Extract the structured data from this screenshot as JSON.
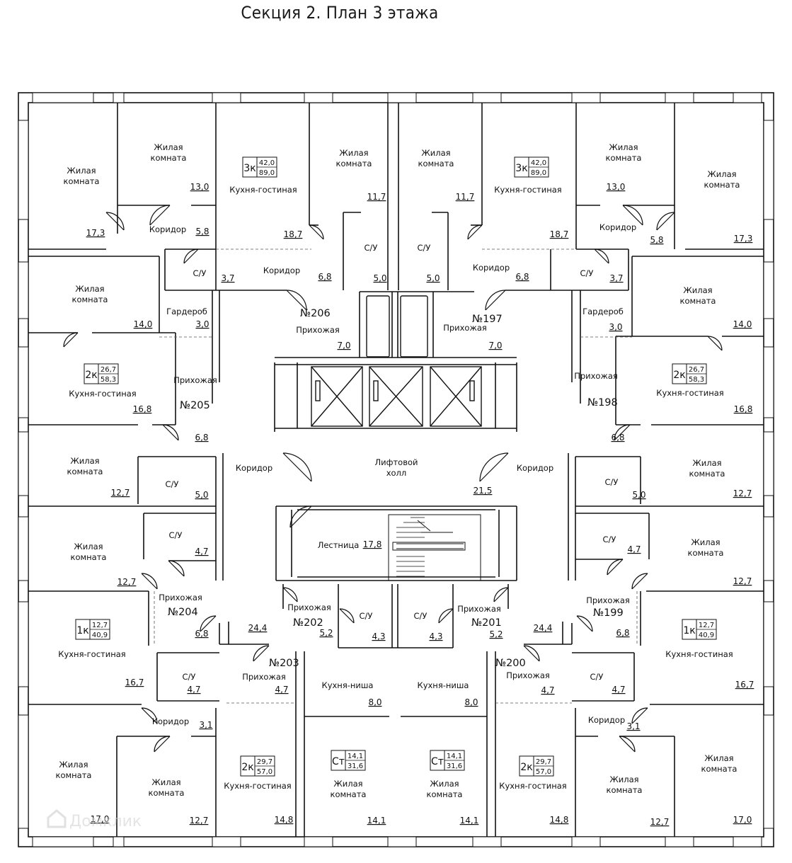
{
  "title": "Секция 2. План 3 этажа",
  "watermark": "Домклик",
  "labels": {
    "living": "Жилая комната",
    "kitchen": "Кухня-гостиная",
    "corridor": "Коридор",
    "bath": "С/У",
    "hall": "Прихожая",
    "wardrobe": "Гардероб",
    "niche": "Кухня-ниша",
    "lift_hall": "Лифтовой холл",
    "stairs": "Лестница"
  },
  "apartments": [
    {
      "no": "№206",
      "type": "3к",
      "living": "42,0",
      "total": "89,0"
    },
    {
      "no": "№197",
      "type": "3к",
      "living": "42,0",
      "total": "89,0"
    },
    {
      "no": "№205",
      "type": "2к",
      "living": "26,7",
      "total": "58,3"
    },
    {
      "no": "№198",
      "type": "2к",
      "living": "26,7",
      "total": "58,3"
    },
    {
      "no": "№204",
      "type": "1к",
      "living": "12,7",
      "total": "40,9"
    },
    {
      "no": "№199",
      "type": "1к",
      "living": "12,7",
      "total": "40,9"
    },
    {
      "no": "№203",
      "type": "2к",
      "living": "29,7",
      "total": "57,0"
    },
    {
      "no": "№200",
      "type": "2к",
      "living": "29,7",
      "total": "57,0"
    },
    {
      "no": "№202",
      "type": "Ст",
      "living": "14,1",
      "total": "31,6"
    },
    {
      "no": "№201",
      "type": "Ст",
      "living": "14,1",
      "total": "31,6"
    }
  ],
  "areas": {
    "a1": "17,3",
    "a2": "13,0",
    "a3": "18,7",
    "a4": "11,7",
    "a5": "11,7",
    "a6": "18,7",
    "a7": "13,0",
    "a8": "17,3",
    "b1": "5,8",
    "b2": "5,8",
    "b3": "3,7",
    "b4": "6,8",
    "b5": "5,0",
    "b6": "5,0",
    "b7": "6,8",
    "b8": "3,7",
    "c1": "14,0",
    "c2": "3,0",
    "c3": "7,0",
    "c4": "7,0",
    "c5": "3,0",
    "c6": "14,0",
    "d1": "16,8",
    "d2": "16,8",
    "d3": "6,8",
    "d4": "6,8",
    "e1": "12,7",
    "e2": "5,0",
    "e3": "21,5",
    "e4": "5,0",
    "e5": "12,7",
    "f1": "12,7",
    "f2": "4,7",
    "f3": "17,8",
    "f4": "4,7",
    "f5": "12,7",
    "g1": "24,4",
    "g2": "6,8",
    "g3": "5,2",
    "g4": "4,3",
    "g5": "4,3",
    "g6": "5,2",
    "g7": "24,4",
    "g8": "6,8",
    "h1": "16,7",
    "h2": "4,7",
    "h3": "4,7",
    "h4": "8,0",
    "h5": "8,0",
    "h6": "4,7",
    "h7": "4,7",
    "h8": "16,7",
    "i1": "3,1",
    "i2": "3,1",
    "j1": "17,0",
    "j2": "12,7",
    "j3": "14,8",
    "j4": "14,1",
    "j5": "14,1",
    "j6": "14,8",
    "j7": "12,7",
    "j8": "17,0"
  }
}
